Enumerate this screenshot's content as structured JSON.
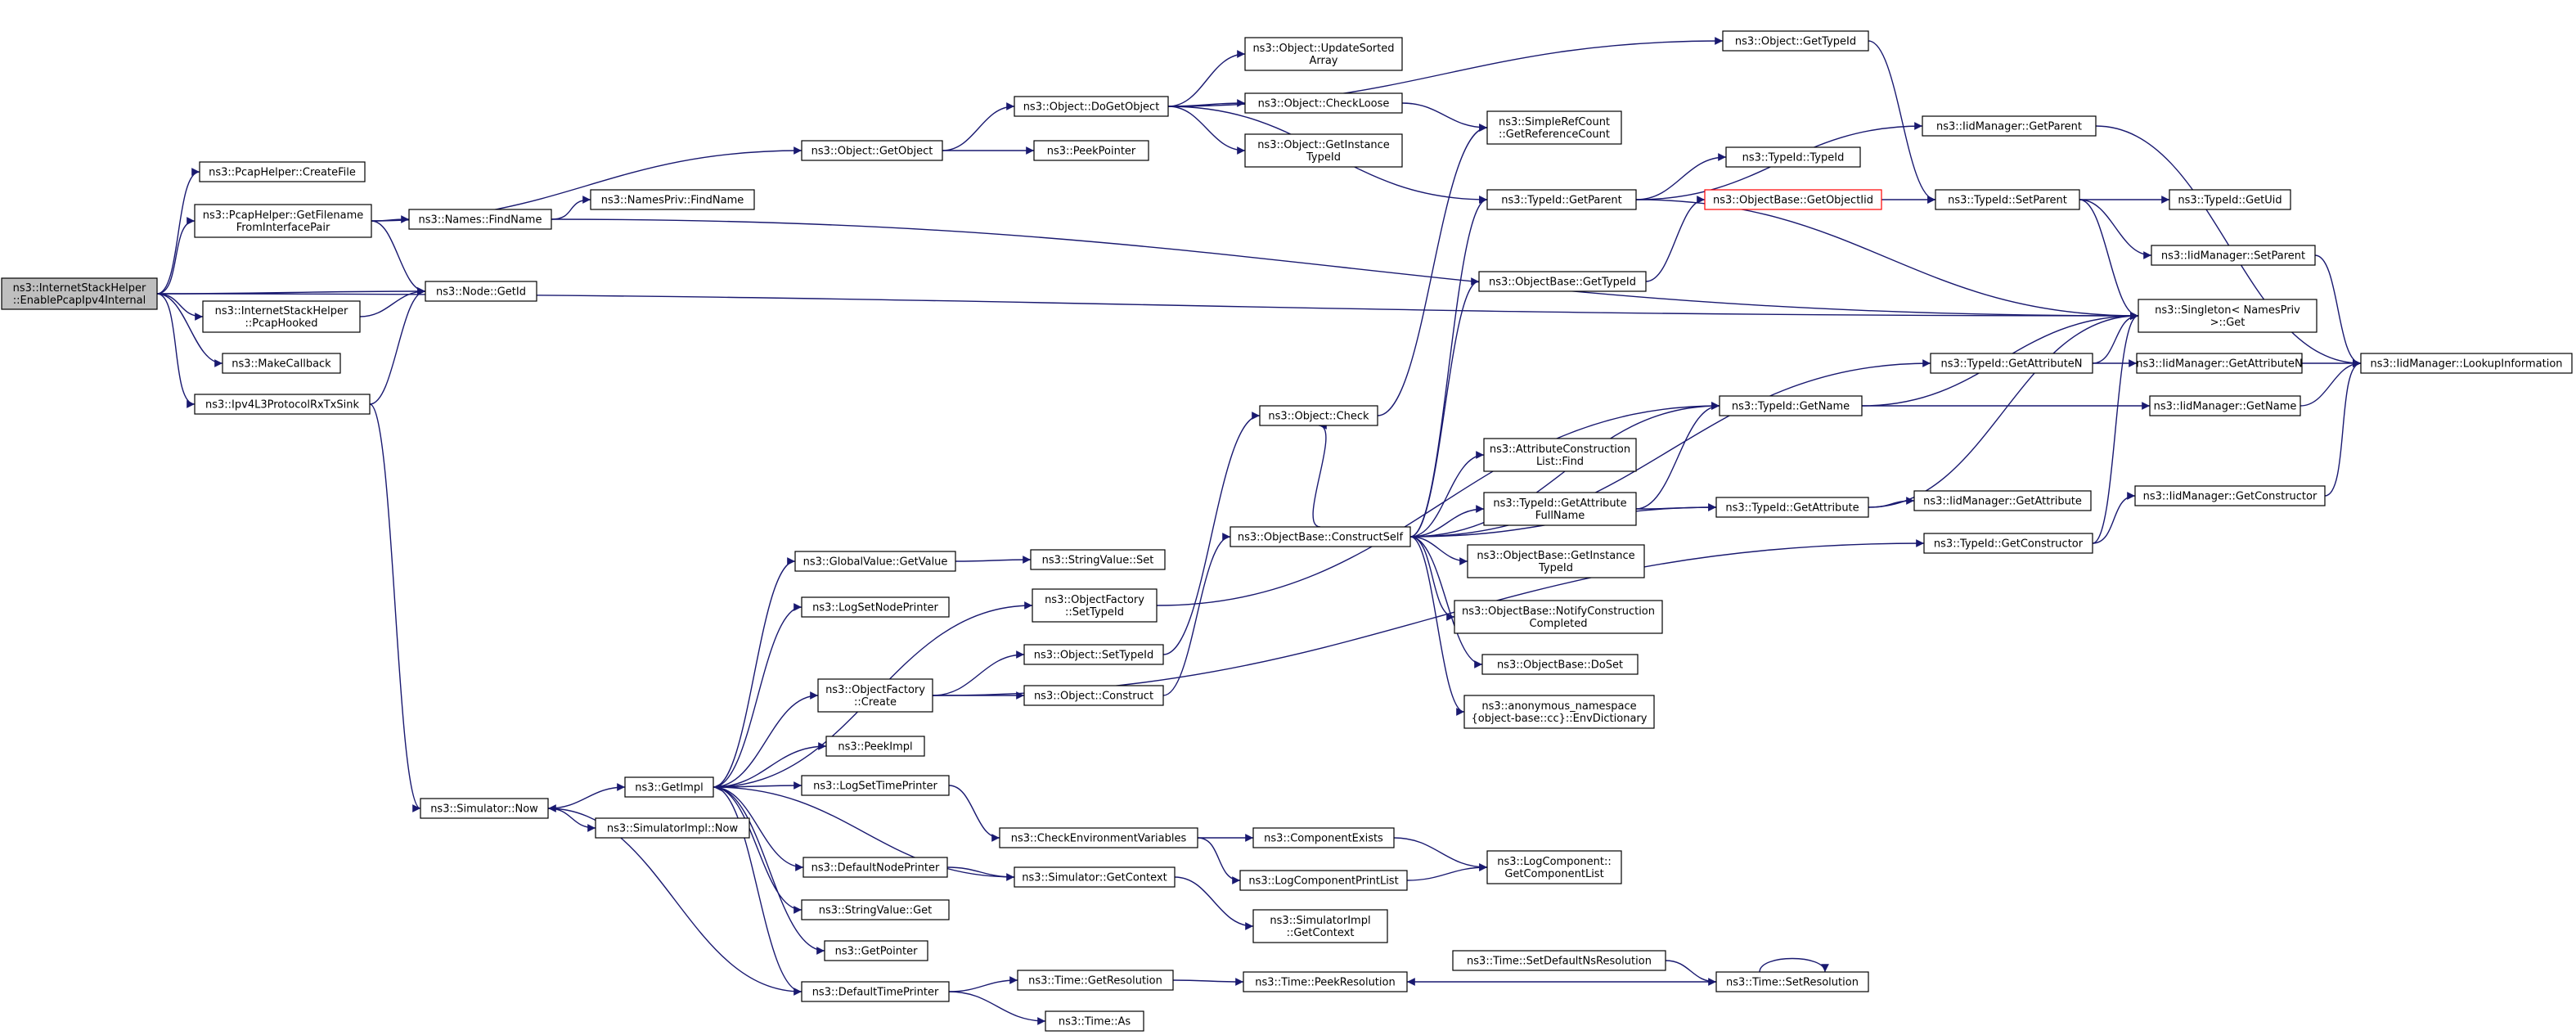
{
  "colors": {
    "edge": "#191970",
    "node_border": "#000000",
    "root_fill": "#bfbfbf",
    "highlight_border": "#ff0000"
  },
  "nodes": [
    {
      "id": "root",
      "lines": [
        "ns3::InternetStackHelper",
        "::EnablePcapIpv4Internal"
      ],
      "style": "root"
    },
    {
      "id": "pcapCreate",
      "lines": [
        "ns3::PcapHelper::CreateFile"
      ]
    },
    {
      "id": "pcapGetFilename",
      "lines": [
        "ns3::PcapHelper::GetFilename",
        "FromInterfacePair"
      ]
    },
    {
      "id": "nodeGetId",
      "lines": [
        "ns3::Node::GetId"
      ]
    },
    {
      "id": "pcapHooked",
      "lines": [
        "ns3::InternetStackHelper",
        "::PcapHooked"
      ]
    },
    {
      "id": "makeCallback",
      "lines": [
        "ns3::MakeCallback"
      ]
    },
    {
      "id": "rxTxSink",
      "lines": [
        "ns3::Ipv4L3ProtocolRxTxSink"
      ]
    },
    {
      "id": "namesFind",
      "lines": [
        "ns3::Names::FindName"
      ]
    },
    {
      "id": "namesPrivFind",
      "lines": [
        "ns3::NamesPriv::FindName"
      ]
    },
    {
      "id": "objGetObject",
      "lines": [
        "ns3::Object::GetObject"
      ]
    },
    {
      "id": "peekPointer",
      "lines": [
        "ns3::PeekPointer"
      ]
    },
    {
      "id": "doGetObject",
      "lines": [
        "ns3::Object::DoGetObject"
      ]
    },
    {
      "id": "updateSorted",
      "lines": [
        "ns3::Object::UpdateSorted",
        "Array"
      ]
    },
    {
      "id": "checkLoose",
      "lines": [
        "ns3::Object::CheckLoose"
      ]
    },
    {
      "id": "getInstanceTypeId",
      "lines": [
        "ns3::Object::GetInstance",
        "TypeId"
      ]
    },
    {
      "id": "objGetTypeId",
      "lines": [
        "ns3::Object::GetTypeId"
      ]
    },
    {
      "id": "simpleRef",
      "lines": [
        "ns3::SimpleRefCount",
        "::GetReferenceCount"
      ]
    },
    {
      "id": "typeIdGetParent",
      "lines": [
        "ns3::TypeId::GetParent"
      ]
    },
    {
      "id": "typeIdTypeId",
      "lines": [
        "ns3::TypeId::TypeId"
      ]
    },
    {
      "id": "iidGetParent",
      "lines": [
        "ns3::IidManager::GetParent"
      ]
    },
    {
      "id": "objBaseGetObjectIid",
      "lines": [
        "ns3::ObjectBase::GetObjectIid"
      ],
      "style": "red"
    },
    {
      "id": "typeIdSetParent",
      "lines": [
        "ns3::TypeId::SetParent"
      ]
    },
    {
      "id": "typeIdGetUid",
      "lines": [
        "ns3::TypeId::GetUid"
      ]
    },
    {
      "id": "iidSetParent",
      "lines": [
        "ns3::IidManager::SetParent"
      ]
    },
    {
      "id": "singleton",
      "lines": [
        "ns3::Singleton< NamesPriv",
        ">::Get"
      ]
    },
    {
      "id": "objBaseGetTypeId",
      "lines": [
        "ns3::ObjectBase::GetTypeId"
      ]
    },
    {
      "id": "typeIdGetAttrN",
      "lines": [
        "ns3::TypeId::GetAttributeN"
      ]
    },
    {
      "id": "iidGetAttrN",
      "lines": [
        "ns3::IidManager::GetAttributeN"
      ]
    },
    {
      "id": "iidLookup",
      "lines": [
        "ns3::IidManager::LookupInformation"
      ]
    },
    {
      "id": "typeIdGetName",
      "lines": [
        "ns3::TypeId::GetName"
      ]
    },
    {
      "id": "iidGetName",
      "lines": [
        "ns3::IidManager::GetName"
      ]
    },
    {
      "id": "objCheck",
      "lines": [
        "ns3::Object::Check"
      ]
    },
    {
      "id": "attrConsFind",
      "lines": [
        "ns3::AttributeConstruction",
        "List::Find"
      ]
    },
    {
      "id": "typeIdGetAttrFull",
      "lines": [
        "ns3::TypeId::GetAttribute",
        "FullName"
      ]
    },
    {
      "id": "typeIdGetAttr",
      "lines": [
        "ns3::TypeId::GetAttribute"
      ]
    },
    {
      "id": "iidGetAttr",
      "lines": [
        "ns3::IidManager::GetAttribute"
      ]
    },
    {
      "id": "iidGetCons",
      "lines": [
        "ns3::IidManager::GetConstructor"
      ]
    },
    {
      "id": "typeIdGetCons",
      "lines": [
        "ns3::TypeId::GetConstructor"
      ]
    },
    {
      "id": "constructSelf",
      "lines": [
        "ns3::ObjectBase::ConstructSelf"
      ]
    },
    {
      "id": "objBaseGetInstance",
      "lines": [
        "ns3::ObjectBase::GetInstance",
        "TypeId"
      ]
    },
    {
      "id": "notifyCons",
      "lines": [
        "ns3::ObjectBase::NotifyConstruction",
        "Completed"
      ]
    },
    {
      "id": "doSet",
      "lines": [
        "ns3::ObjectBase::DoSet"
      ]
    },
    {
      "id": "envDict",
      "lines": [
        "ns3::anonymous_namespace",
        "{object-base::cc}::EnvDictionary"
      ]
    },
    {
      "id": "globalGetValue",
      "lines": [
        "ns3::GlobalValue::GetValue"
      ]
    },
    {
      "id": "stringValueSet",
      "lines": [
        "ns3::StringValue::Set"
      ]
    },
    {
      "id": "logSetNodePrinter",
      "lines": [
        "ns3::LogSetNodePrinter"
      ]
    },
    {
      "id": "objFactorySetTypeId",
      "lines": [
        "ns3::ObjectFactory",
        "::SetTypeId"
      ]
    },
    {
      "id": "objSetTypeId",
      "lines": [
        "ns3::Object::SetTypeId"
      ]
    },
    {
      "id": "objFactoryCreate",
      "lines": [
        "ns3::ObjectFactory",
        "::Create"
      ]
    },
    {
      "id": "objConstruct",
      "lines": [
        "ns3::Object::Construct"
      ]
    },
    {
      "id": "peekImpl",
      "lines": [
        "ns3::PeekImpl"
      ]
    },
    {
      "id": "simNow",
      "lines": [
        "ns3::Simulator::Now"
      ]
    },
    {
      "id": "getImpl",
      "lines": [
        "ns3::GetImpl"
      ]
    },
    {
      "id": "simImplNow",
      "lines": [
        "ns3::SimulatorImpl::Now"
      ]
    },
    {
      "id": "logSetTimePrinter",
      "lines": [
        "ns3::LogSetTimePrinter"
      ]
    },
    {
      "id": "checkEnv",
      "lines": [
        "ns3::CheckEnvironmentVariables"
      ]
    },
    {
      "id": "componentExists",
      "lines": [
        "ns3::ComponentExists"
      ]
    },
    {
      "id": "logComponentList",
      "lines": [
        "ns3::LogComponent::",
        "GetComponentList"
      ]
    },
    {
      "id": "logComponentPrintList",
      "lines": [
        "ns3::LogComponentPrintList"
      ]
    },
    {
      "id": "defaultNodePrinter",
      "lines": [
        "ns3::DefaultNodePrinter"
      ]
    },
    {
      "id": "simGetContext",
      "lines": [
        "ns3::Simulator::GetContext"
      ]
    },
    {
      "id": "simImplGetContext",
      "lines": [
        "ns3::SimulatorImpl",
        "::GetContext"
      ]
    },
    {
      "id": "stringValueGet",
      "lines": [
        "ns3::StringValue::Get"
      ]
    },
    {
      "id": "getPointer",
      "lines": [
        "ns3::GetPointer"
      ]
    },
    {
      "id": "defaultTimePrinter",
      "lines": [
        "ns3::DefaultTimePrinter"
      ]
    },
    {
      "id": "timeGetRes",
      "lines": [
        "ns3::Time::GetResolution"
      ]
    },
    {
      "id": "timePeekRes",
      "lines": [
        "ns3::Time::PeekResolution"
      ]
    },
    {
      "id": "timeSetDefaultNs",
      "lines": [
        "ns3::Time::SetDefaultNsResolution"
      ]
    },
    {
      "id": "timeSetRes",
      "lines": [
        "ns3::Time::SetResolution"
      ]
    },
    {
      "id": "timeAs",
      "lines": [
        "ns3::Time::As"
      ]
    }
  ],
  "edges": [
    [
      "root",
      "pcapCreate"
    ],
    [
      "root",
      "pcapGetFilename"
    ],
    [
      "root",
      "nodeGetId"
    ],
    [
      "root",
      "pcapHooked"
    ],
    [
      "root",
      "makeCallback"
    ],
    [
      "root",
      "rxTxSink"
    ],
    [
      "root",
      "singleton"
    ],
    [
      "pcapGetFilename",
      "namesFind"
    ],
    [
      "pcapGetFilename",
      "nodeGetId"
    ],
    [
      "pcapGetFilename",
      "objGetObject"
    ],
    [
      "pcapHooked",
      "nodeGetId"
    ],
    [
      "rxTxSink",
      "nodeGetId"
    ],
    [
      "rxTxSink",
      "simNow"
    ],
    [
      "namesFind",
      "namesPrivFind"
    ],
    [
      "namesFind",
      "singleton"
    ],
    [
      "objGetObject",
      "peekPointer"
    ],
    [
      "objGetObject",
      "doGetObject"
    ],
    [
      "doGetObject",
      "updateSorted"
    ],
    [
      "doGetObject",
      "checkLoose"
    ],
    [
      "doGetObject",
      "getInstanceTypeId"
    ],
    [
      "doGetObject",
      "objGetTypeId"
    ],
    [
      "doGetObject",
      "typeIdGetParent"
    ],
    [
      "checkLoose",
      "simpleRef"
    ],
    [
      "objGetTypeId",
      "typeIdSetParent"
    ],
    [
      "typeIdGetParent",
      "typeIdTypeId"
    ],
    [
      "typeIdGetParent",
      "iidGetParent"
    ],
    [
      "typeIdGetParent",
      "singleton"
    ],
    [
      "iidGetParent",
      "iidLookup"
    ],
    [
      "objBaseGetObjectIid",
      "typeIdSetParent"
    ],
    [
      "typeIdSetParent",
      "typeIdGetUid"
    ],
    [
      "typeIdSetParent",
      "iidSetParent"
    ],
    [
      "typeIdSetParent",
      "singleton"
    ],
    [
      "iidSetParent",
      "iidLookup"
    ],
    [
      "objBaseGetTypeId",
      "objBaseGetObjectIid"
    ],
    [
      "typeIdGetAttrN",
      "iidGetAttrN"
    ],
    [
      "typeIdGetAttrN",
      "singleton"
    ],
    [
      "iidGetAttrN",
      "iidLookup"
    ],
    [
      "typeIdGetName",
      "iidGetName"
    ],
    [
      "typeIdGetName",
      "singleton"
    ],
    [
      "iidGetName",
      "iidLookup"
    ],
    [
      "objCheck",
      "simpleRef"
    ],
    [
      "typeIdGetAttrFull",
      "typeIdGetAttr"
    ],
    [
      "typeIdGetAttrFull",
      "typeIdGetName"
    ],
    [
      "typeIdGetAttr",
      "iidGetAttr"
    ],
    [
      "typeIdGetAttr",
      "singleton"
    ],
    [
      "iidGetCons",
      "iidLookup"
    ],
    [
      "typeIdGetCons",
      "iidGetCons"
    ],
    [
      "typeIdGetCons",
      "singleton"
    ],
    [
      "constructSelf",
      "typeIdGetParent"
    ],
    [
      "constructSelf",
      "objBaseGetTypeId"
    ],
    [
      "constructSelf",
      "typeIdGetAttrN"
    ],
    [
      "constructSelf",
      "typeIdGetName"
    ],
    [
      "constructSelf",
      "attrConsFind"
    ],
    [
      "constructSelf",
      "typeIdGetAttrFull"
    ],
    [
      "constructSelf",
      "objBaseGetInstance"
    ],
    [
      "constructSelf",
      "notifyCons"
    ],
    [
      "constructSelf",
      "doSet"
    ],
    [
      "constructSelf",
      "envDict"
    ],
    [
      "constructSelf",
      "typeIdGetAttr"
    ],
    [
      "constructSelf",
      "objCheck"
    ],
    [
      "globalGetValue",
      "stringValueSet"
    ],
    [
      "objFactorySetTypeId",
      "typeIdGetName"
    ],
    [
      "objSetTypeId",
      "objCheck"
    ],
    [
      "objFactoryCreate",
      "objSetTypeId"
    ],
    [
      "objFactoryCreate",
      "objConstruct"
    ],
    [
      "objFactoryCreate",
      "typeIdGetCons"
    ],
    [
      "objConstruct",
      "constructSelf"
    ],
    [
      "simNow",
      "getImpl"
    ],
    [
      "simNow",
      "simImplNow"
    ],
    [
      "getImpl",
      "globalGetValue"
    ],
    [
      "getImpl",
      "logSetNodePrinter"
    ],
    [
      "getImpl",
      "objFactorySetTypeId"
    ],
    [
      "getImpl",
      "objFactoryCreate"
    ],
    [
      "getImpl",
      "peekImpl"
    ],
    [
      "getImpl",
      "logSetTimePrinter"
    ],
    [
      "getImpl",
      "defaultNodePrinter"
    ],
    [
      "getImpl",
      "stringValueGet"
    ],
    [
      "getImpl",
      "getPointer"
    ],
    [
      "getImpl",
      "defaultTimePrinter"
    ],
    [
      "logSetTimePrinter",
      "checkEnv"
    ],
    [
      "checkEnv",
      "componentExists"
    ],
    [
      "checkEnv",
      "logComponentPrintList"
    ],
    [
      "componentExists",
      "logComponentList"
    ],
    [
      "logComponentPrintList",
      "logComponentList"
    ],
    [
      "defaultNodePrinter",
      "simGetContext"
    ],
    [
      "simGetContext",
      "simImplGetContext"
    ],
    [
      "simGetContext",
      "getImpl"
    ],
    [
      "defaultTimePrinter",
      "timeGetRes"
    ],
    [
      "defaultTimePrinter",
      "timeAs"
    ],
    [
      "defaultTimePrinter",
      "simNow"
    ],
    [
      "timeGetRes",
      "timePeekRes"
    ],
    [
      "timeSetDefaultNs",
      "timeSetRes"
    ],
    [
      "timeSetRes",
      "timePeekRes"
    ],
    [
      "timeSetRes",
      "timeSetRes"
    ]
  ]
}
